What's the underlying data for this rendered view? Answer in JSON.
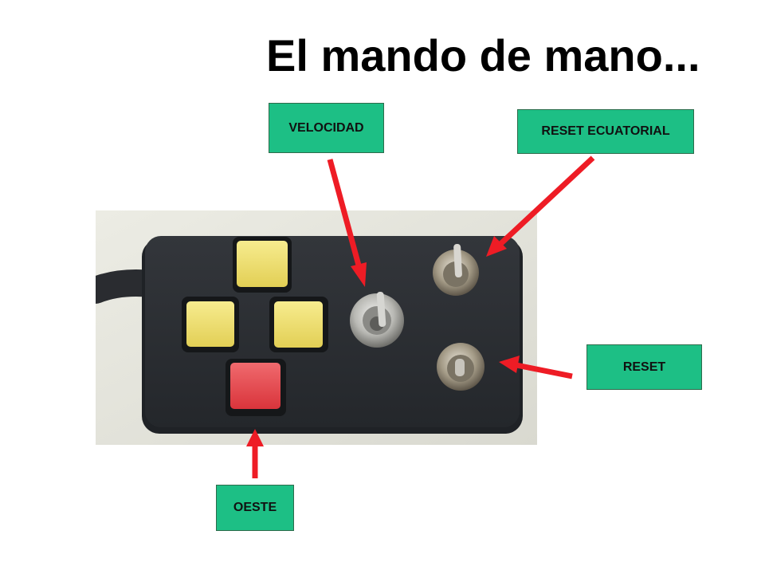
{
  "slide": {
    "title": "El mando de mano...",
    "callouts": {
      "velocidad": "VELOCIDAD",
      "reset_ecuatorial": "RESET ECUATORIAL",
      "reset": "RESET",
      "oeste": "OESTE"
    }
  },
  "colors": {
    "callout_bg": "#1dbf85",
    "arrow": "#ee1c25",
    "button_yellow": "#efe073",
    "button_red": "#e5454a",
    "panel": "#2b2e33",
    "photo_bg": "#e8e8e0"
  }
}
